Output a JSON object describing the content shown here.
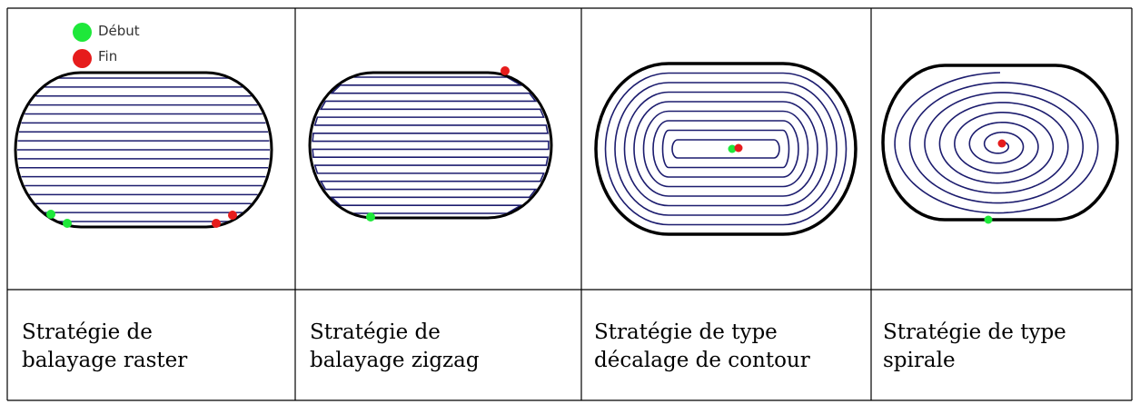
{
  "legend": {
    "start_label": "Début",
    "end_label": "Fin",
    "start_color": "#1ee83a",
    "end_color": "#e61c1c"
  },
  "colors": {
    "path": "#1c1c6e",
    "contour": "#000000",
    "grid": "#000000"
  },
  "cells": [
    {
      "caption_line1": "Stratégie de",
      "caption_line2": "balayage raster",
      "pattern": "raster"
    },
    {
      "caption_line1": "Stratégie de",
      "caption_line2": "balayage zigzag",
      "pattern": "zigzag"
    },
    {
      "caption_line1": "Stratégie de type",
      "caption_line2": "décalage de contour",
      "pattern": "contour-offset"
    },
    {
      "caption_line1": "Stratégie de type",
      "caption_line2": "spirale",
      "pattern": "spiral"
    }
  ]
}
